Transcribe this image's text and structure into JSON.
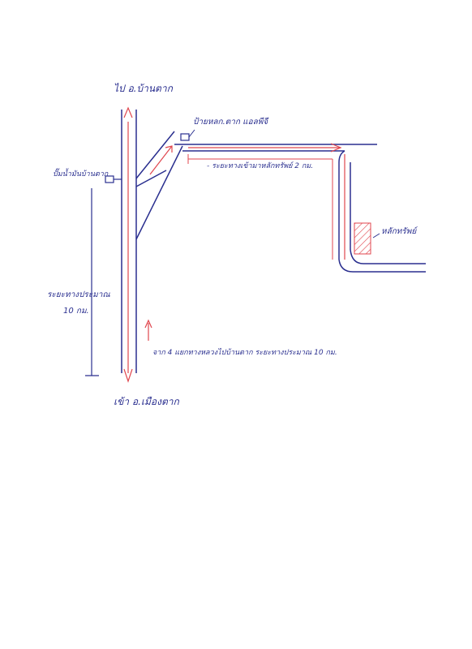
{
  "colors": {
    "ink": "#2a2f8f",
    "arrow": "#e0464e",
    "hatch": "#e0464e"
  },
  "labels": {
    "top_destination": "ไป อ.บ้านตาก",
    "bottom_destination": "เข้า อ.เมืองตาก",
    "sign_name": "ป้ายหลก.ตาก แอลพีจี",
    "water_station": "ปั๊มน้ำมันบ้านตาก",
    "road_distance": "- ระยะทางเข้ามาหลักทรัพย์ 2 กม.",
    "distance_left_line1": "ระยะทางประมาณ",
    "distance_left_line2": "10 กม.",
    "branch_note": "จาก 4 แยกทางหลวงไปบ้านตาก ระยะทางประมาณ 10 กม.",
    "property": "หลักทรัพย์"
  }
}
